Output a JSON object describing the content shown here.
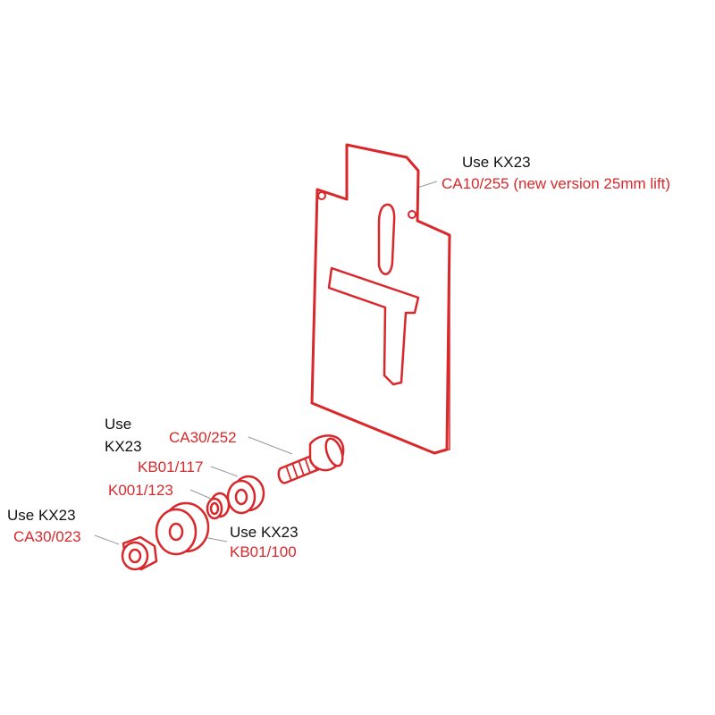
{
  "colors": {
    "part_outline": "#d9282b",
    "part_code": "#d9282b",
    "note_text": "#111111",
    "leader_line": "#999999",
    "background": "#ffffff"
  },
  "parts": [
    {
      "id": "plate",
      "note": "Use KX23",
      "code": "CA10/255 (new version 25mm lift)"
    },
    {
      "id": "bolt",
      "note": "",
      "code": "CA30/252"
    },
    {
      "id": "large-washer",
      "note_line1": "Use",
      "note_line2": "KX23",
      "code": "KB01/117"
    },
    {
      "id": "small-spacer",
      "note": "",
      "code": "K001/123"
    },
    {
      "id": "nut",
      "note": "Use KX23",
      "code": "CA30/023"
    },
    {
      "id": "roller",
      "note": "Use KX23",
      "code": "KB01/100"
    }
  ]
}
